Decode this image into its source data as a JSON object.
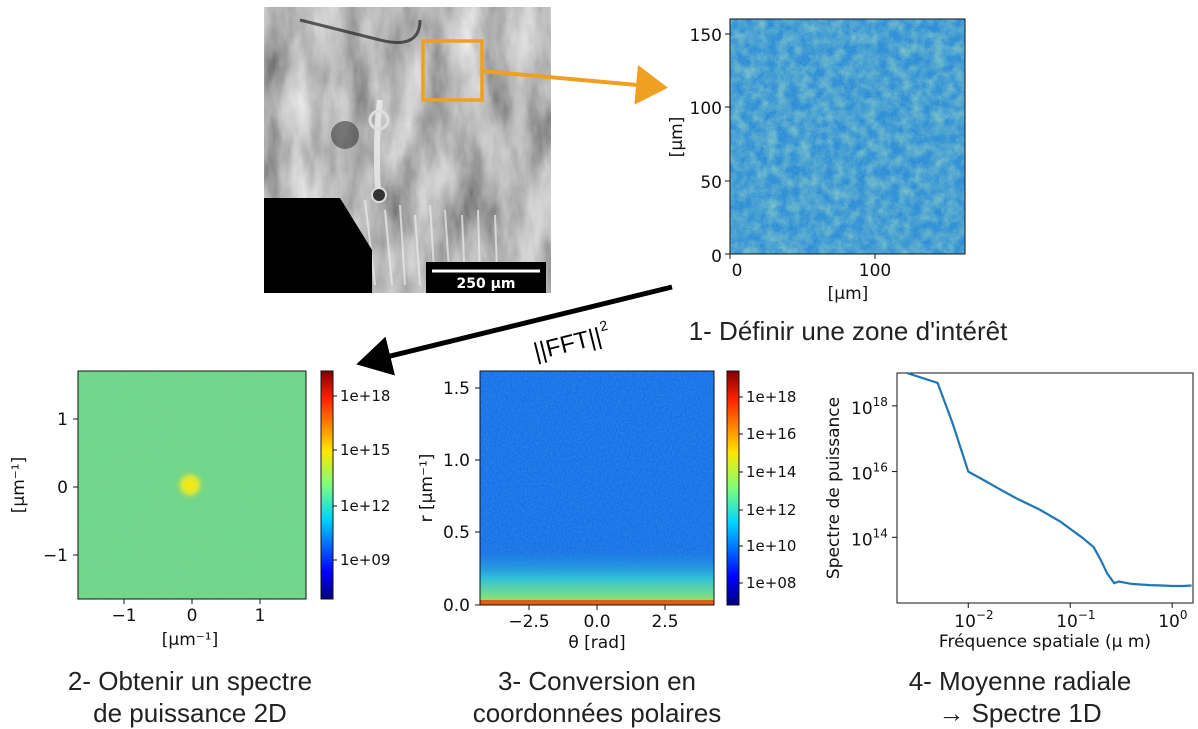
{
  "micrograph": {
    "scale_label": "250 µm"
  },
  "fft_label": "||FFT||",
  "fft_exponent": "2",
  "captions": {
    "step1": "1- Définir une zone d'intérêt",
    "step2_line1": "2- Obtenir un spectre",
    "step2_line2": "de puissance 2D",
    "step3_line1": "3- Conversion en",
    "step3_line2": "coordonnées polaires",
    "step4_line1": "4- Moyenne radiale",
    "step4_line2": "→ Spectre 1D"
  },
  "roi_plot": {
    "xlabel": "[µm]",
    "ylabel": "[µm]",
    "xticks": [
      "0",
      "100"
    ],
    "yticks": [
      "0",
      "50",
      "100",
      "150"
    ]
  },
  "spectrum2d": {
    "xlabel": "[µm⁻¹]",
    "ylabel": "[µm⁻¹]",
    "xticks": [
      "−1",
      "0",
      "1"
    ],
    "yticks": [
      "1",
      "0",
      "−1"
    ],
    "colorbar_ticks": [
      "1e+18",
      "1e+15",
      "1e+12",
      "1e+09"
    ]
  },
  "polar_plot": {
    "xlabel": "θ [rad]",
    "ylabel": "r [µm⁻¹]",
    "xticks": [
      "−2.5",
      "0.0",
      "2.5"
    ],
    "yticks": [
      "1.5",
      "1.0",
      "0.5",
      "0.0"
    ],
    "colorbar_ticks": [
      "1e+18",
      "1e+16",
      "1e+14",
      "1e+12",
      "1e+10",
      "1e+08"
    ]
  },
  "chart_data": {
    "type": "line",
    "title": "",
    "xlabel": "Fréquence spatiale (µ m)",
    "ylabel": "Spectre de puissance",
    "xscale": "log",
    "yscale": "log",
    "xticks": [
      "10",
      "10",
      "10"
    ],
    "xtick_exponents": [
      "−2",
      "−1",
      "0"
    ],
    "yticks": [
      "10",
      "10",
      "10"
    ],
    "ytick_exponents": [
      "18",
      "16",
      "14"
    ],
    "xlim": [
      0.002,
      1.6
    ],
    "ylim": [
      1000000000000.0,
      1e+19
    ],
    "series": [
      {
        "x": [
          0.0025,
          0.005,
          0.007,
          0.01,
          0.015,
          0.02,
          0.03,
          0.05,
          0.08,
          0.1,
          0.13,
          0.17,
          0.2,
          0.23,
          0.27,
          0.3,
          0.4,
          0.6,
          0.8,
          1.0,
          1.3,
          1.55
        ],
        "y": [
          1e+19,
          5e+18,
          3e+17,
          1e+16,
          5000000000000000.0,
          3000000000000000.0,
          1500000000000000.0,
          700000000000000.0,
          300000000000000.0,
          180000000000000.0,
          100000000000000.0,
          50000000000000.0,
          20000000000000.0,
          8000000000000.0,
          4000000000000.0,
          4500000000000.0,
          3800000000000.0,
          3500000000000.0,
          3400000000000.0,
          3300000000000.0,
          3300000000000.0,
          3400000000000.0
        ]
      }
    ]
  }
}
